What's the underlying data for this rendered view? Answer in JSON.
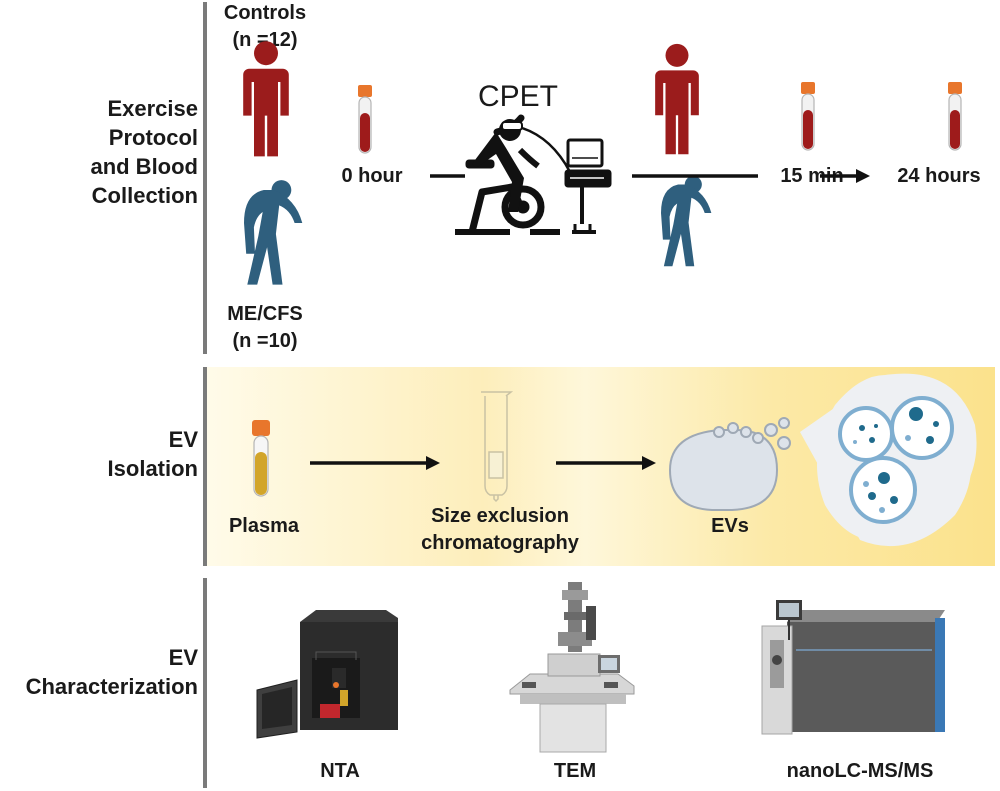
{
  "sections": {
    "exercise": [
      "Exercise",
      "Protocol",
      "and Blood",
      "Collection"
    ],
    "isolation": [
      "EV",
      "Isolation"
    ],
    "characterization": [
      "EV",
      "Characterization"
    ]
  },
  "groups": {
    "controls_label": "Controls",
    "controls_n": "(n =12)",
    "mecfs_label": "ME/CFS",
    "mecfs_n": "(n =10)"
  },
  "timeline": {
    "cpet": "CPET",
    "t0": "0 hour",
    "t15": "15 min",
    "t24": "24 hours"
  },
  "isolation": {
    "plasma": "Plasma",
    "sec_line1": "Size exclusion",
    "sec_line2": "chromatography",
    "evs": "EVs"
  },
  "characterization": {
    "nta": "NTA",
    "tem": "TEM",
    "ms": "nanoLC-MS/MS"
  },
  "colors": {
    "healthy_figure": "#9b1c1c",
    "patient_figure": "#2f5f7e",
    "blood": "#9e1b1b",
    "plasma": "#d2a52a",
    "tube_cap": "#e8762c",
    "ev_fill": "#dde3ea",
    "vesicle_dot": "#1f6a8c"
  }
}
